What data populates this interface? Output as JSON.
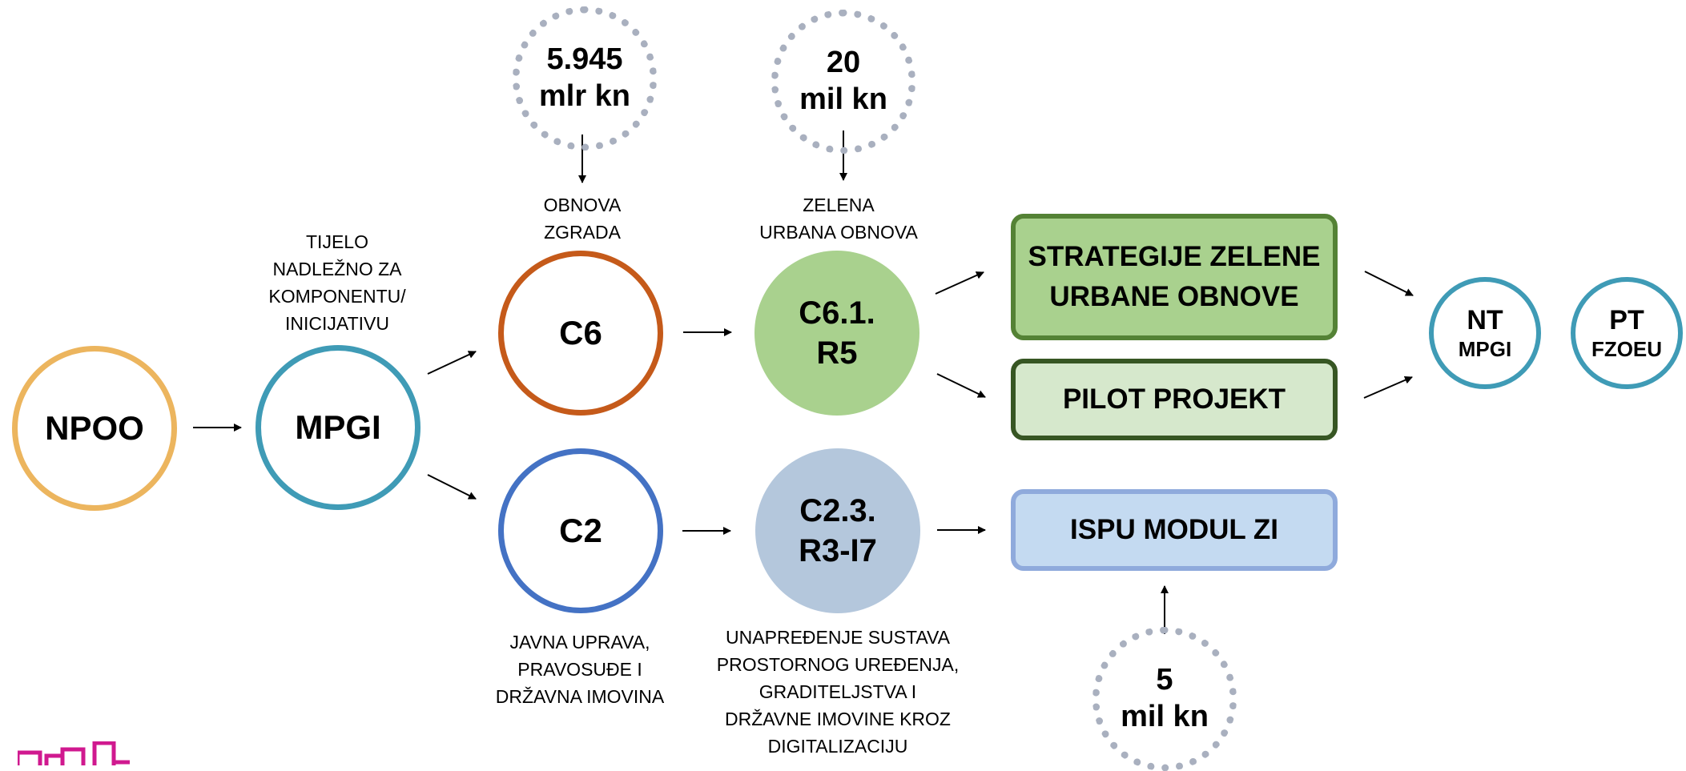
{
  "nodes": {
    "npoo": "NPOO",
    "mpgi": "MPGI",
    "c6": "C6",
    "c2": "C2",
    "c61": [
      "C6.1.",
      "R5"
    ],
    "c23": [
      "C2.3.",
      "R3-I7"
    ],
    "nt": [
      "NT",
      "MPGI"
    ],
    "pt": [
      "PT",
      "FZOEU"
    ]
  },
  "amounts": {
    "top_c6": [
      "5.945",
      "mlr kn"
    ],
    "top_c61": [
      "20",
      "mil kn"
    ],
    "bottom_ispu": [
      "5",
      "mil kn"
    ]
  },
  "captions": {
    "mpgi": [
      "TIJELO",
      "NADLEŽNO ZA",
      "KOMPONENTU/",
      "INICIJATIVU"
    ],
    "c6": [
      "OBNOVA",
      "ZGRADA"
    ],
    "c61": [
      "ZELENA",
      "URBANA OBNOVA"
    ],
    "c2": [
      "JAVNA UPRAVA,",
      "PRAVOSUĐE I",
      "DRŽAVNA IMOVINA"
    ],
    "c23": [
      "UNAPREĐENJE SUSTAVA",
      "PROSTORNOG UREĐENJA,",
      "GRADITELJSTVA I",
      "DRŽAVNE IMOVINE KROZ",
      "DIGITALIZACIJU"
    ]
  },
  "boxes": {
    "strategije": [
      "STRATEGIJE ZELENE",
      "URBANE OBNOVE"
    ],
    "pilot": "PILOT PROJEKT",
    "ispu": "ISPU MODUL ZI"
  },
  "colors": {
    "npoo": "#ecb55e",
    "mpgi": "#3f9bb6",
    "c6": "#c55a1a",
    "c2": "#4472c4",
    "c61_fill": "#a9d18e",
    "c23_fill": "#b4c7dc",
    "strategije_fill": "#a9d18e",
    "strategije_border": "#548235",
    "pilot_fill": "#d6e8cc",
    "pilot_border": "#375623",
    "ispu_fill": "#c4daf1",
    "ispu_border": "#8faadc",
    "dotted": "#a9b0bf",
    "logo": "#d0198f"
  }
}
